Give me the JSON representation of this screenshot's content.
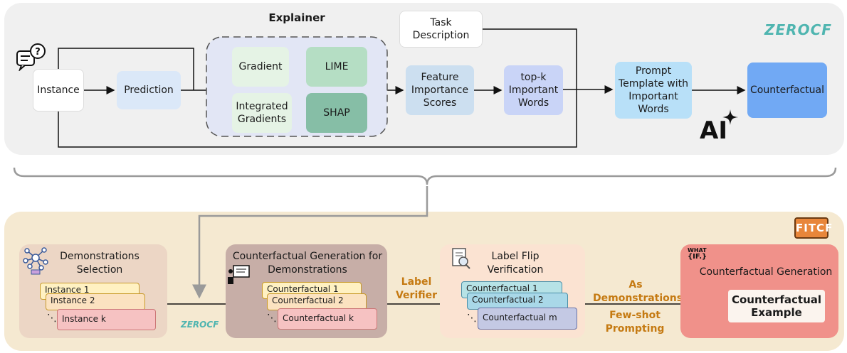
{
  "top": {
    "explainer_title": "Explainer",
    "task_description": [
      "Task",
      "Description"
    ],
    "instance": "Instance",
    "prediction": "Prediction",
    "gradient": "Gradient",
    "lime": "LIME",
    "integrated_gradients": [
      "Integrated",
      "Gradients"
    ],
    "shap": "SHAP",
    "feature_importance": [
      "Feature",
      "Importance",
      "Scores"
    ],
    "topk": [
      "top-k",
      "Important",
      "Words"
    ],
    "prompt_template": [
      "Prompt",
      "Template with",
      "Important",
      "Words"
    ],
    "counterfactual": "Counterfactual",
    "logo": "ZEROCF",
    "ai_badge": "AI"
  },
  "bottom": {
    "logo": "FITCF",
    "demo_selection": [
      "Demonstrations",
      "Selection"
    ],
    "instances": [
      "Instance 1",
      "Instance 2",
      "Instance k"
    ],
    "zerocf_label": "ZEROCF",
    "cf_gen_demos": [
      "Counterfactual Generation for",
      "Demonstrations"
    ],
    "counterfactuals": [
      "Counterfactual 1",
      "Counterfactual 2",
      "Counterfactual k"
    ],
    "label_verifier": [
      "Label",
      "Verifier"
    ],
    "label_flip": [
      "Label Flip",
      "Verification"
    ],
    "verified_cfs": [
      "Counterfactual 1",
      "Counterfactual 2",
      "Counterfactual m"
    ],
    "as_demonstrations": [
      "As",
      "Demonstrations"
    ],
    "few_shot": [
      "Few-shot",
      "Prompting"
    ],
    "what_if": [
      "WHAT",
      "{IF.}"
    ],
    "cf_generation": "Counterfactual Generation",
    "cf_example": [
      "Counterfactual",
      "Example"
    ]
  },
  "colors": {
    "prediction": "#dbe8f8",
    "gradient": "#e5f3e5",
    "lime": "#b5dec4",
    "shap": "#86bea6",
    "feature": "#ccdff0",
    "topk": "#c9d4f7",
    "prompt": "#b8e0f8",
    "counterfactual": "#71a9f4",
    "label_orange": "#c57a12"
  }
}
